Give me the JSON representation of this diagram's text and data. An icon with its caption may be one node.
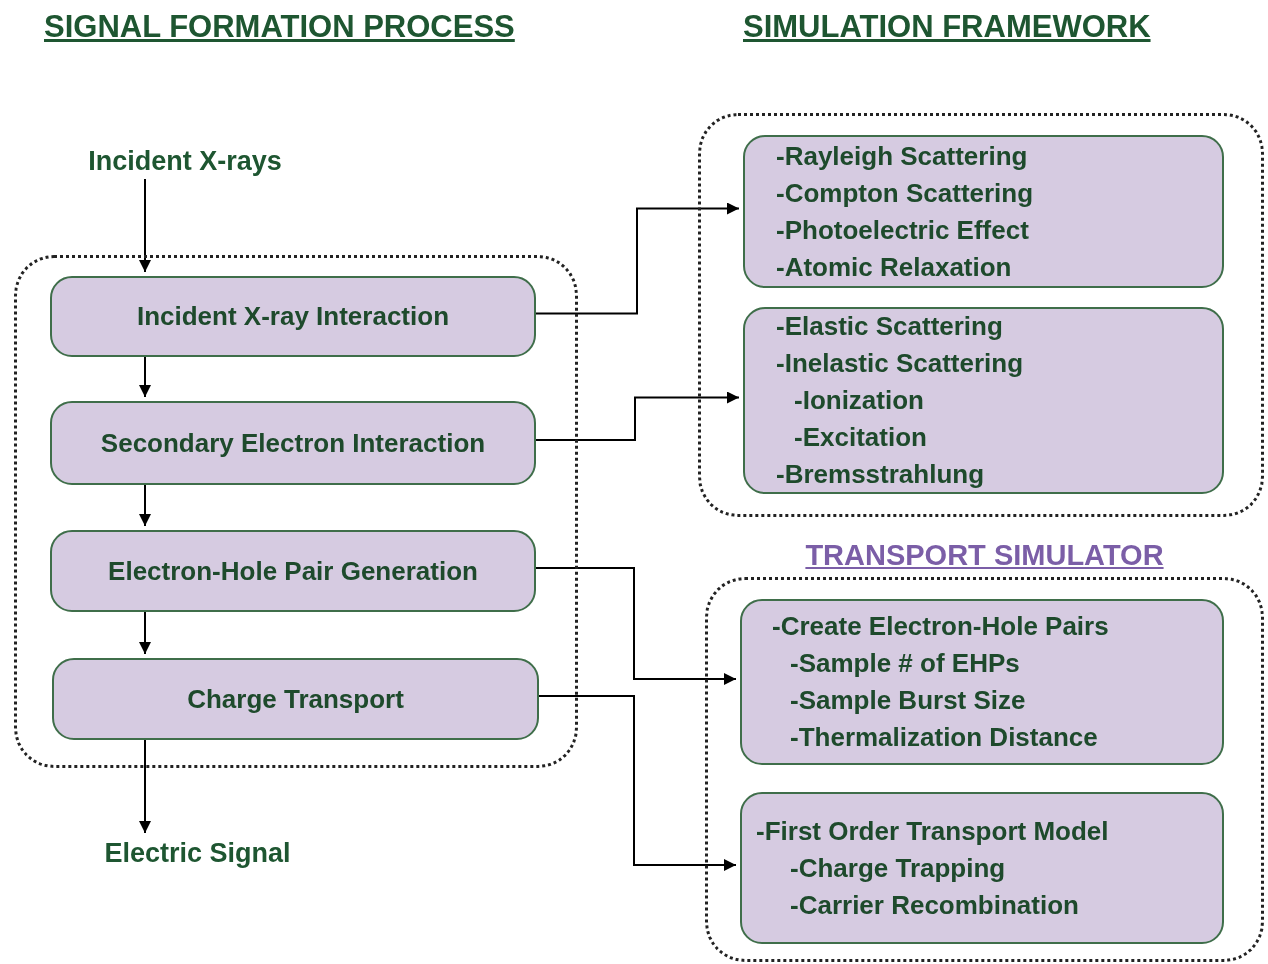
{
  "diagram": {
    "nodes": [
      {
        "text": [
          "Incident X-rays"
        ]
      },
      {
        "text": [],
        "shape": "box"
      },
      {
        "text": [
          "Incident X-ray Interaction"
        ],
        "in": 1
      },
      {
        "text": [
          "Secondary Electron Interaction"
        ],
        "in": 1
      },
      {
        "text": [
          "Electron-Hole Pair Generation"
        ],
        "in": 1
      },
      {
        "text": [
          "Charge Transport"
        ],
        "in": 1
      },
      {
        "text": [
          "Electric Signal"
        ]
      },
      {
        "text": [],
        "shape": "box"
      },
      {
        "text": [
          "-Rayleigh Scattering",
          "-Compton Scattering",
          "-Photoelectric Effect",
          "-Atomic Relaxation"
        ],
        "in": 7
      },
      {
        "text": [
          "-Elastic Scattering",
          "-Inelastic Scattering",
          "-Ionization",
          "-Excitation",
          "-Bremsstrahlung"
        ],
        "in": 7
      },
      {
        "text": [
          "TRANSPORT SIMULATOR"
        ]
      },
      {
        "text": [
          "-Create Electron-Hole Pairs",
          "-Sample # of EHPs",
          "-Sample Burst Size",
          "-Thermalization Distance"
        ],
        "in": 10
      },
      {
        "text": [
          "-First Order Transport Model",
          "-Charge Trapping",
          "-Carrier Recombination"
        ],
        "in": 10
      }
    ],
    "edges": [
      {
        "from": 0,
        "to": 2,
        "arrow": "to"
      },
      {
        "from": 2,
        "to": 3,
        "arrow": "to"
      },
      {
        "from": 3,
        "to": 4,
        "arrow": "to"
      },
      {
        "from": 4,
        "to": 5,
        "arrow": "to"
      },
      {
        "from": 5,
        "to": 6,
        "arrow": "to"
      },
      {
        "from": 2,
        "to": 8,
        "arrow": "to"
      },
      {
        "from": 3,
        "to": 9,
        "arrow": "to"
      },
      {
        "from": 4,
        "to": 11,
        "arrow": "to"
      },
      {
        "from": 5,
        "to": 12,
        "arrow": "to"
      }
    ],
    "labels": [
      "SIGNAL FORMATION PROCESS",
      "SIMULATION FRAMEWORK"
    ]
  }
}
